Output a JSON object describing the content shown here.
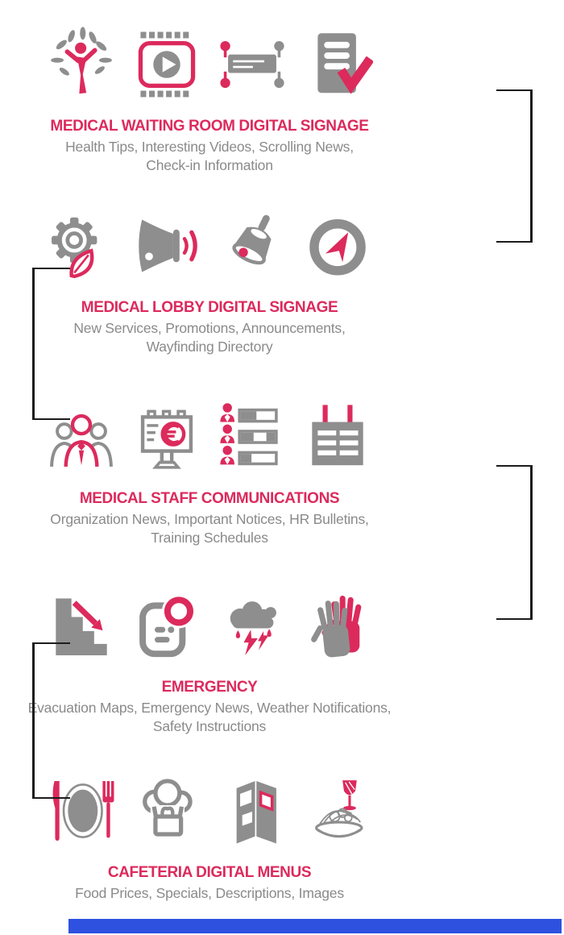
{
  "colors": {
    "accent_pink": "#dc2a5c",
    "icon_gray": "#8e8e8e",
    "text_gray": "#8a8a8a",
    "connector_black": "#1c1c1c",
    "footer_blue": "#2f51e0"
  },
  "sections": [
    {
      "title": "MEDICAL WAITING ROOM DIGITAL SIGNAGE",
      "lines": [
        "Health Tips, Interesting Videos, Scrolling News,",
        "Check-in Information"
      ],
      "icons": [
        "wellness-person",
        "video-player",
        "scrolling-news",
        "check-in-document"
      ]
    },
    {
      "title": "MEDICAL LOBBY DIGITAL SIGNAGE",
      "lines": [
        "New Services, Promotions, Announcements,",
        "Wayfinding Directory"
      ],
      "icons": [
        "services-gear-leaf",
        "promotions-megaphone",
        "announcements-bell",
        "wayfinding-compass"
      ]
    },
    {
      "title": "MEDICAL STAFF COMMUNICATIONS",
      "lines": [
        "Organization News, Important Notices, HR Bulletins,",
        "Training Schedules"
      ],
      "icons": [
        "staff-people",
        "organization-news-billboard",
        "hr-roster-list",
        "training-schedule-table"
      ]
    },
    {
      "title": "EMERGENCY",
      "lines": [
        "Evacuation Maps, Emergency News, Weather Notifications,",
        "Safety Instructions"
      ],
      "icons": [
        "evacuation-stairs-arrow",
        "emergency-alert-device",
        "weather-storm-cloud",
        "safety-hands"
      ]
    },
    {
      "title": "CAFETERIA DIGITAL MENUS",
      "lines": [
        "Food Prices, Specials, Descriptions, Images"
      ],
      "icons": [
        "plate-knife-fork",
        "chef-hat",
        "menu-booklet",
        "pasta-wine"
      ]
    }
  ]
}
